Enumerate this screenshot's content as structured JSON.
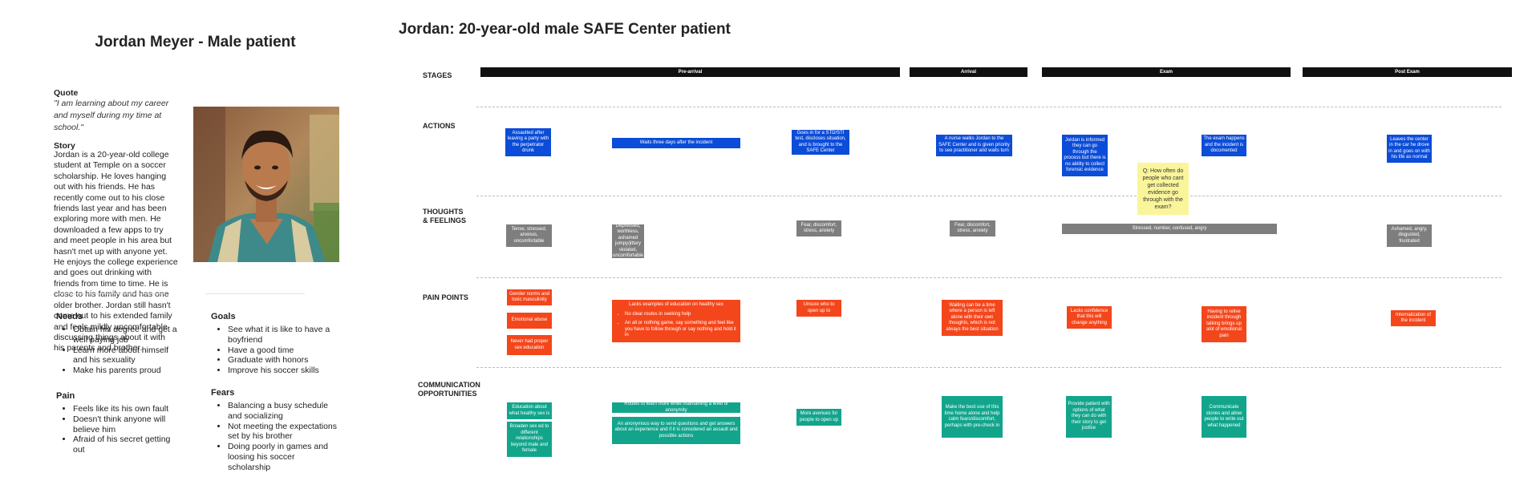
{
  "persona": {
    "name": "Jordan Meyer - Male patient",
    "quote_label": "Quote",
    "quote_text": "\"I am learning about my career and myself during my time at school.\"",
    "story_label": "Story",
    "story_text": "Jordan is a 20-year-old college student at Temple on a soccer scholarship. He loves hanging out with his friends. He has recently come out to his close friends last year and has been exploring more with men. He downloaded a few apps to try and meet people in his area but hasn't met up with anyone yet. He enjoys the college experience and goes out drinking with friends from time to time. He is close to his family and has one older brother. Jordan still hasn't come out to his extended family and feels mildly uncomfortable discussing things about it with his parents and brother.",
    "needs": {
      "title": "Needs",
      "items": [
        "Obtain his degree and get a well paying job",
        "Learn more about himself and his sexuality",
        "Make his parents proud"
      ]
    },
    "goals": {
      "title": "Goals",
      "items": [
        "See what it is like to have a boyfriend",
        "Have a good time",
        "Graduate with honors",
        "Improve his soccer skills"
      ]
    },
    "pain": {
      "title": "Pain",
      "items": [
        "Feels like its his own fault",
        "Doesn't think anyone will believe him",
        "Afraid of his secret getting out"
      ]
    },
    "fears": {
      "title": "Fears",
      "items": [
        "Balancing a busy schedule and socializing",
        "Not meeting the expectations set by his brother",
        "Doing poorly in games and loosing his soccer scholarship"
      ]
    }
  },
  "journey": {
    "title": "Jordan: 20-year-old male SAFE Center patient",
    "row_labels": {
      "stages": "STAGES",
      "actions": "ACTIONS",
      "thoughts_1": "THOUGHTS",
      "thoughts_2": "& FEELINGS",
      "pain": "PAIN POINTS",
      "comm_1": "COMMUNICATION",
      "comm_2": "OPPORTUNITIES"
    },
    "stages": [
      "Pre-arrival",
      "Arrival",
      "Exam",
      "Post Exam"
    ],
    "actions": [
      "Assaulted after leaving a party with the perpetrator drunk",
      "Waits three days after the incident",
      "Goes in for a STD/STI test, discloses situation, and is brought to the SAFE Center",
      "A nurse walks Jordan to the SAFE Center and is given priority to see practitioner and waits turn",
      "Jordan is informed they can go through the process but there is no ability to collect forensic evidence",
      "The exam happens and the incident is documented",
      "Leaves the center in the car he drove in and goes on with his life as normal"
    ],
    "sticky_note": "Q: How often do people who cant get collected evidence go through with the exam?",
    "thoughts": [
      "Tense, stressed, anxious, uncomfortable",
      "Depressed, worthless, ashamed jumpy/jittery violated, uncomfortable",
      "Fear, discomfort, stress, anxiety",
      "Fear, discomfort, stress, anxiety",
      "Stressed, number, confused, angry",
      "Ashamed, angry, disgusted, frustrated"
    ],
    "pain_points": {
      "gender": "Gender norms and toxic masculinity",
      "emotional": "Emotional abuse",
      "never": "Never had proper sex education",
      "lacks_title": "Lacks examples of education on healthy sex",
      "lacks_bullets": [
        "No clear routes in seeking help",
        "An all or nothing game, say something and feel like you have to follow through or say nothing and hold it in"
      ],
      "unsure": "Unsure who to open up to",
      "waiting": "Waiting can be a time where a person is left alone with their own thoughts, which is not always the best situation",
      "confidence": "Lacks confidence that this will change anything",
      "relive": "Having to relive incident through talking brings up alot of emotional pain",
      "internal": "Internalization of the incident"
    },
    "communication": {
      "education": "Education about what healthy sex is",
      "broaden": "Broaden sex ed to different relationships beyond male and female",
      "routes": "Routes to learn more while maintaining a level of anonymity",
      "anonymous": "An anonymous way to send questions and get answers about an experience and if it is considered an assault and possible actions",
      "avenues": "More avenues for people to open up",
      "best_use": "Make the best use of this time home alone and help calm fears/discomfort, perhaps with pre-check in",
      "provide": "Provide patient with options of what they can do with their story to get justice",
      "communicate": "Communicate stories and allow people to write out what happened"
    }
  }
}
